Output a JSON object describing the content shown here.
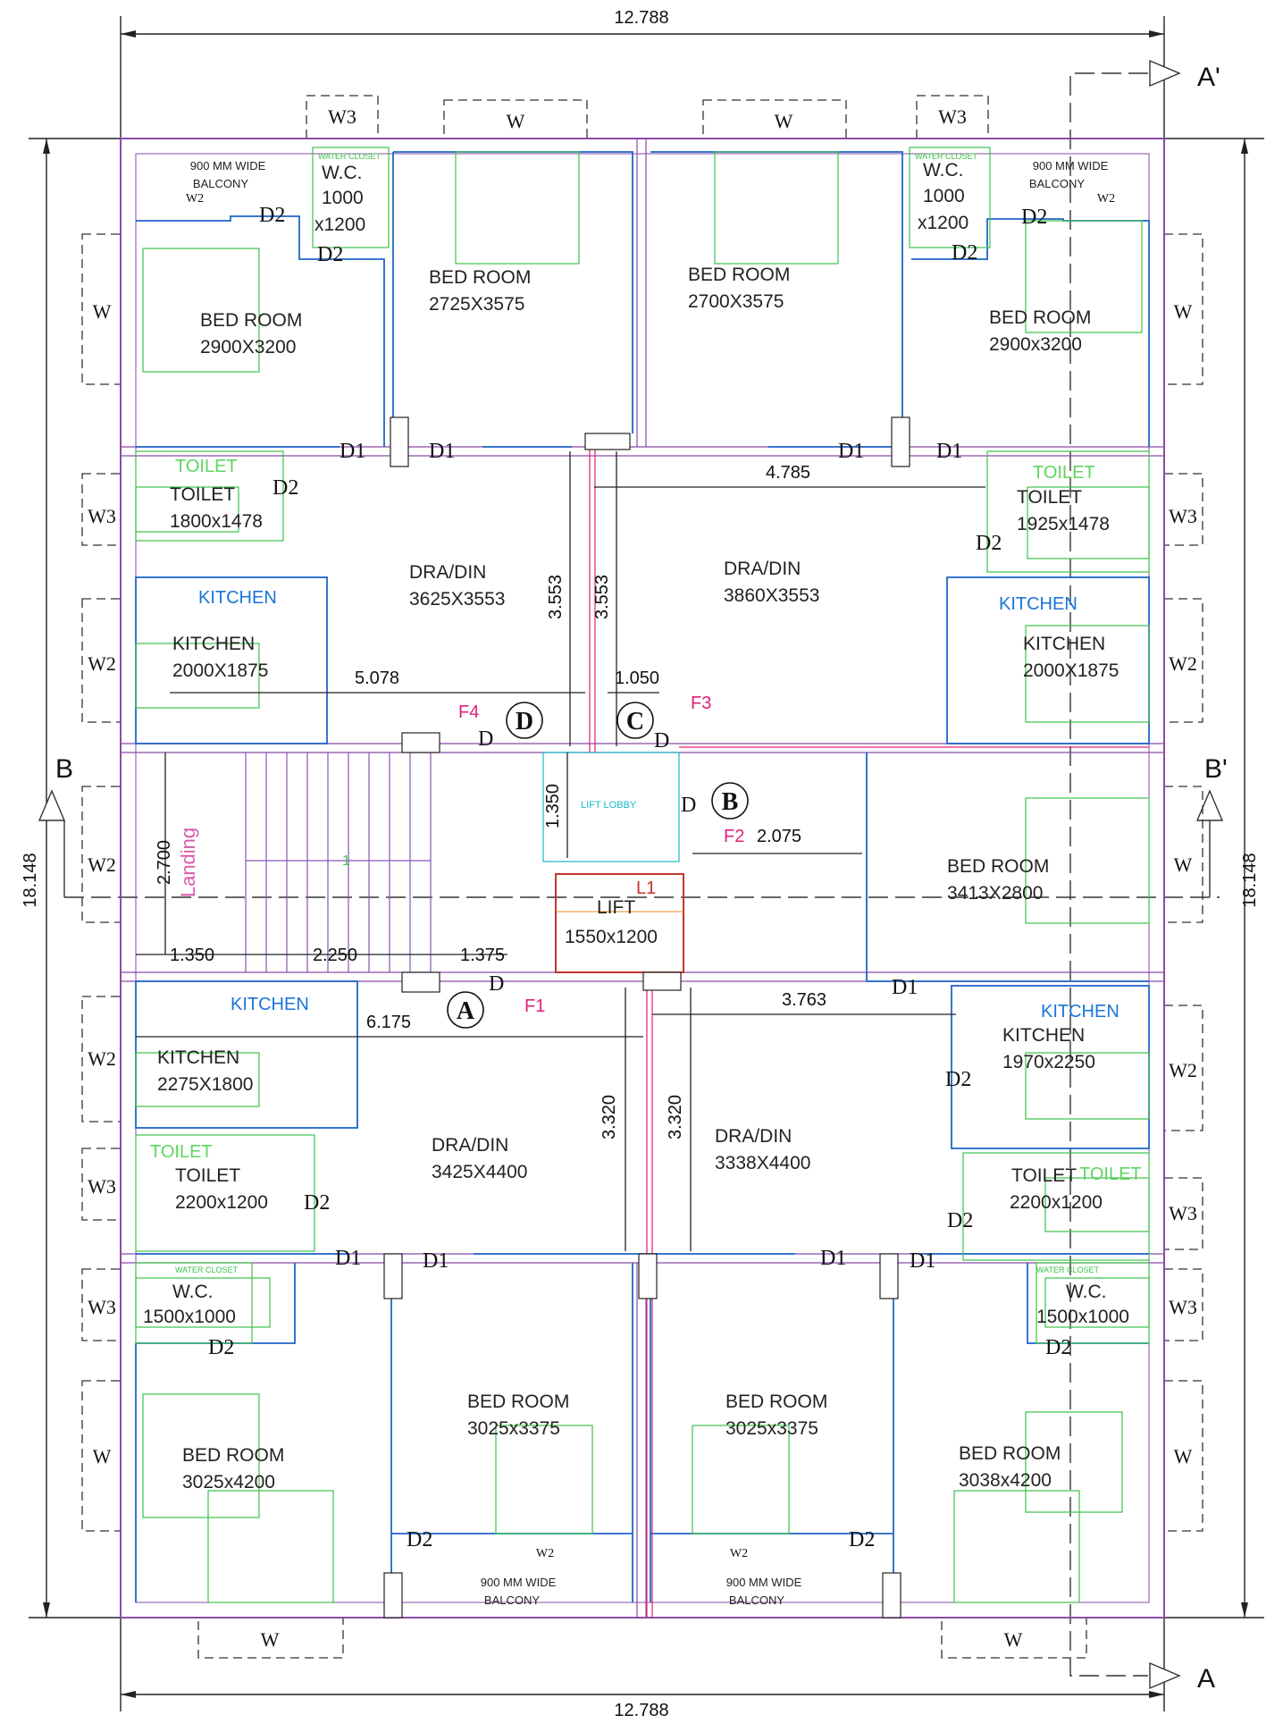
{
  "colors": {
    "wall_outer": "#8b4aa8",
    "wall_blue": "#1f66c9",
    "furniture_green": "#3cc24a",
    "accent_magenta": "#e0207a",
    "lift_red": "#c4352b",
    "label_blue": "#1a74d8",
    "label_green": "#5fd55f",
    "stair_purple": "#8a55b8"
  },
  "dimensions": {
    "top_overall": "12.788",
    "bottom_overall": "12.788",
    "left_overall": "18.148",
    "right_overall": "18.148",
    "drawing_top_right": "4.785",
    "vertical_left_upper": "3.553",
    "vertical_right_upper": "3.553",
    "corridor_left": "5.078",
    "corridor_right": "1.050",
    "lift_lobby_height": "1.350",
    "landing_height": "2.700",
    "stair_1": "1.350",
    "stair_2": "2.250",
    "stair_3": "1.375",
    "lobby_right": "2.075",
    "lower_left": "6.175",
    "lower_right": "3.763",
    "vertical_left_lower": "3.320",
    "vertical_right_lower": "3.320"
  },
  "sections": {
    "a_prime": "A'",
    "a": "A",
    "b": "B",
    "b_prime": "B'"
  },
  "rooms": {
    "bed_tl": {
      "name": "BED ROOM",
      "size": "2900X3200"
    },
    "bed_tc1": {
      "name": "BED ROOM",
      "size": "2725X3575"
    },
    "bed_tc2": {
      "name": "BED ROOM",
      "size": "2700X3575"
    },
    "bed_tr": {
      "name": "BED ROOM",
      "size": "2900x3200"
    },
    "wc_tl": {
      "name": "W.C.",
      "size1": "1000",
      "size2": "x1200",
      "tag": "WATER CLOSET"
    },
    "wc_tr": {
      "name": "W.C.",
      "size1": "1000",
      "size2": "x1200",
      "tag": "WATER CLOSET"
    },
    "balcony_tl": {
      "line1": "900 MM WIDE",
      "line2": "BALCONY"
    },
    "balcony_tr": {
      "line1": "900 MM WIDE",
      "line2": "BALCONY"
    },
    "toilet_ul": {
      "tag": "TOILET",
      "name": "TOILET",
      "size": "1800x1478"
    },
    "toilet_ur": {
      "tag": "TOILET",
      "name": "TOILET",
      "size": "1925x1478"
    },
    "dra_ul": {
      "name": "DRA/DIN",
      "size": "3625X3553"
    },
    "dra_ur": {
      "name": "DRA/DIN",
      "size": "3860X3553"
    },
    "kitchen_ul": {
      "tag": "KITCHEN",
      "name": "KITCHEN",
      "size": "2000X1875"
    },
    "kitchen_ur": {
      "tag": "KITCHEN",
      "name": "KITCHEN",
      "size": "2000X1875"
    },
    "lift_lobby": {
      "name": "LIFT LOBBY"
    },
    "lift": {
      "tag": "L1",
      "name": "LIFT",
      "size": "1550x1200"
    },
    "landing": {
      "name": "Landing"
    },
    "stair_mark": {
      "name": "1"
    },
    "bed_mid_r": {
      "name": "BED ROOM",
      "size": "3413X2800"
    },
    "kitchen_ll": {
      "tag": "KITCHEN",
      "name": "KITCHEN",
      "size": "2275X1800"
    },
    "kitchen_lr": {
      "tag": "KITCHEN",
      "name": "KITCHEN",
      "size": "1970x2250"
    },
    "dra_ll": {
      "name": "DRA/DIN",
      "size": "3425X4400"
    },
    "dra_lr": {
      "name": "DRA/DIN",
      "size": "3338X4400"
    },
    "toilet_ll": {
      "tag": "TOILET",
      "name": "TOILET",
      "size": "2200x1200"
    },
    "toilet_lr": {
      "tag": "TOILET",
      "name": "TOILET",
      "size": "2200x1200"
    },
    "wc_ll": {
      "tag": "WATER CLOSET",
      "name": "W.C.",
      "size": "1500x1000"
    },
    "wc_lr": {
      "tag": "WATER CLOSET",
      "name": "W.C.",
      "size": "1500x1000"
    },
    "bed_bl": {
      "name": "BED ROOM",
      "size": "3025x4200"
    },
    "bed_bc1": {
      "name": "BED ROOM",
      "size": "3025x3375"
    },
    "bed_bc2": {
      "name": "BED ROOM",
      "size": "3025x3375"
    },
    "bed_br": {
      "name": "BED ROOM",
      "size": "3038x4200"
    },
    "balcony_bl": {
      "line1": "900 MM WIDE",
      "line2": "BALCONY"
    },
    "balcony_br": {
      "line1": "900 MM WIDE",
      "line2": "BALCONY"
    }
  },
  "labels": {
    "flat_a": "A",
    "flat_b": "B",
    "flat_c": "C",
    "flat_d": "D",
    "f1": "F1",
    "f2": "F2",
    "f3": "F3",
    "f4": "F4",
    "d": "D",
    "d1": "D1",
    "d2": "D2",
    "w": "W",
    "w2": "W2",
    "w3": "W3"
  }
}
